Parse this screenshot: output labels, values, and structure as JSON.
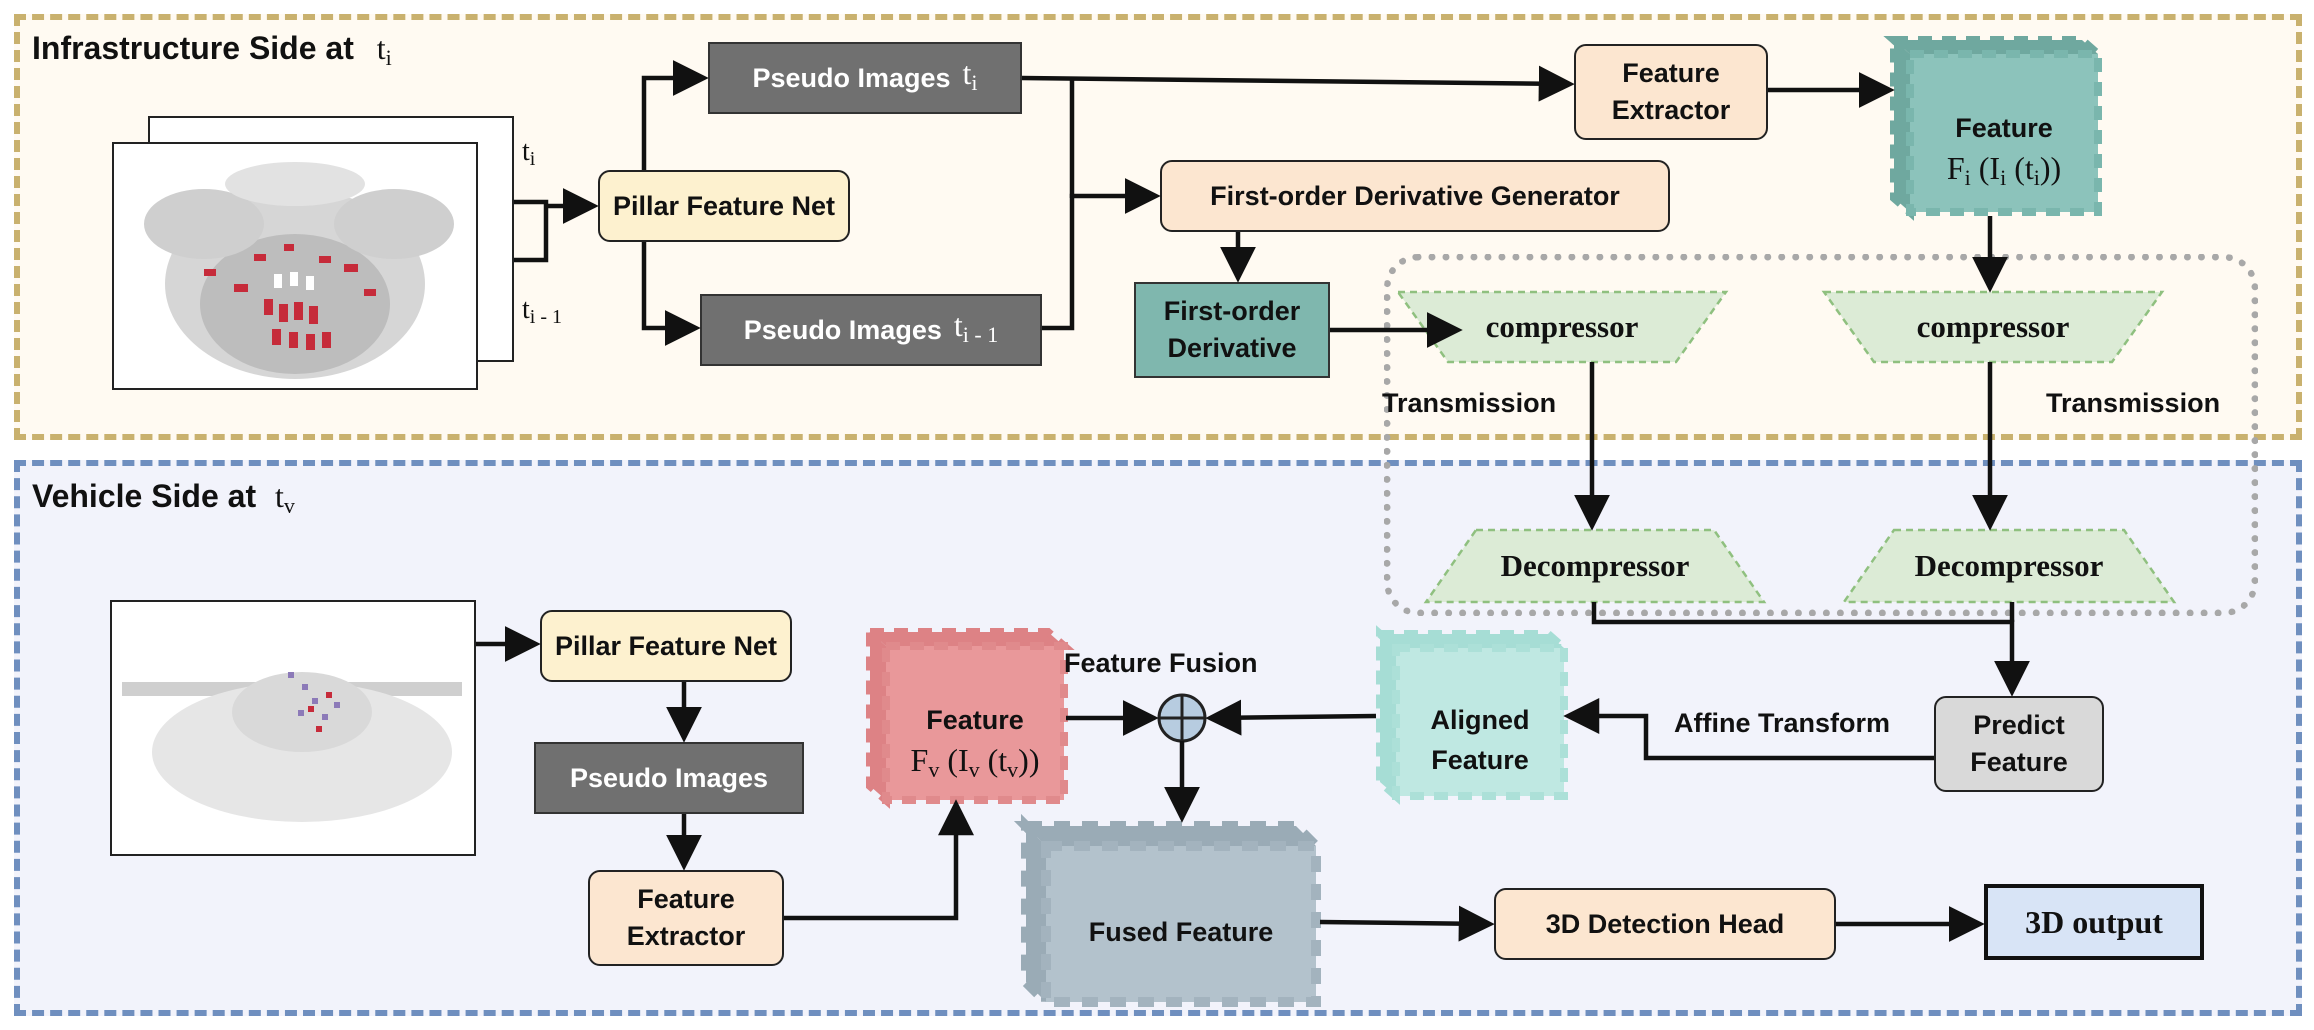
{
  "regions": {
    "infrastructure": {
      "title": "Infrastructure Side at",
      "time_symbol": "t",
      "time_sub": "i",
      "border_color": "#c9b16e",
      "fill_color": "#fffaf2"
    },
    "vehicle": {
      "title": "Vehicle Side at",
      "time_symbol": "t",
      "time_sub": "v",
      "border_color": "#6f8fbf",
      "fill_color": "#f2f3fb"
    }
  },
  "infrastructure_nodes": {
    "frame_labels": {
      "current": {
        "symbol": "t",
        "sub": "i"
      },
      "previous": {
        "symbol": "t",
        "sub": "i - 1"
      }
    },
    "pillar_feature_net": "Pillar Feature Net",
    "pseudo_images_current": {
      "label": "Pseudo Images",
      "symbol": "t",
      "sub": "i"
    },
    "pseudo_images_previous": {
      "label": "Pseudo Images",
      "symbol": "t",
      "sub": "i - 1"
    },
    "feature_extractor": {
      "line1": "Feature",
      "line2": "Extractor"
    },
    "derivative_generator": "First-order Derivative Generator",
    "first_order_derivative": {
      "line1": "First-order",
      "line2": "Derivative"
    },
    "feature_cube": {
      "title": "Feature",
      "F": "F",
      "F_sub": "i",
      "I": "I",
      "I_sub": "i",
      "t": "t",
      "t_sub": "i"
    }
  },
  "transmission": {
    "compressor_left": "compressor",
    "compressor_right": "compressor",
    "decompressor_left": "Decompressor",
    "decompressor_right": "Decompressor",
    "label_left": "Transmission",
    "label_right": "Transmission"
  },
  "vehicle_nodes": {
    "pillar_feature_net": "Pillar Feature Net",
    "pseudo_images": "Pseudo Images",
    "feature_extractor": {
      "line1": "Feature",
      "line2": "Extractor"
    },
    "feature_cube": {
      "title": "Feature",
      "F": "F",
      "F_sub": "v",
      "I": "I",
      "I_sub": "v",
      "t": "t",
      "t_sub": "v"
    },
    "feature_fusion_label": "Feature Fusion",
    "aligned_feature": {
      "line1": "Aligned",
      "line2": "Feature"
    },
    "affine_transform_label": "Affine Transform",
    "predict_feature": {
      "line1": "Predict",
      "line2": "Feature"
    },
    "fused_feature": "Fused Feature",
    "detection_head": "3D Detection Head",
    "output": "3D output"
  },
  "colors": {
    "gray_box": "#707070",
    "cream_box": "#fdf1cf",
    "peach_box": "#fce6d0",
    "teal_box": "#7fb7ae",
    "teal_cube": "#8cc3bb",
    "compressor_fill": "#dcebd6",
    "red_cube": "#e9989a",
    "aligned_cube": "#bfe8e2",
    "fused_cube": "#b3c2cc",
    "predict_box": "#d9d9d9",
    "output_box": "#d8e4f6",
    "fusion_node": "#b7cce0"
  }
}
